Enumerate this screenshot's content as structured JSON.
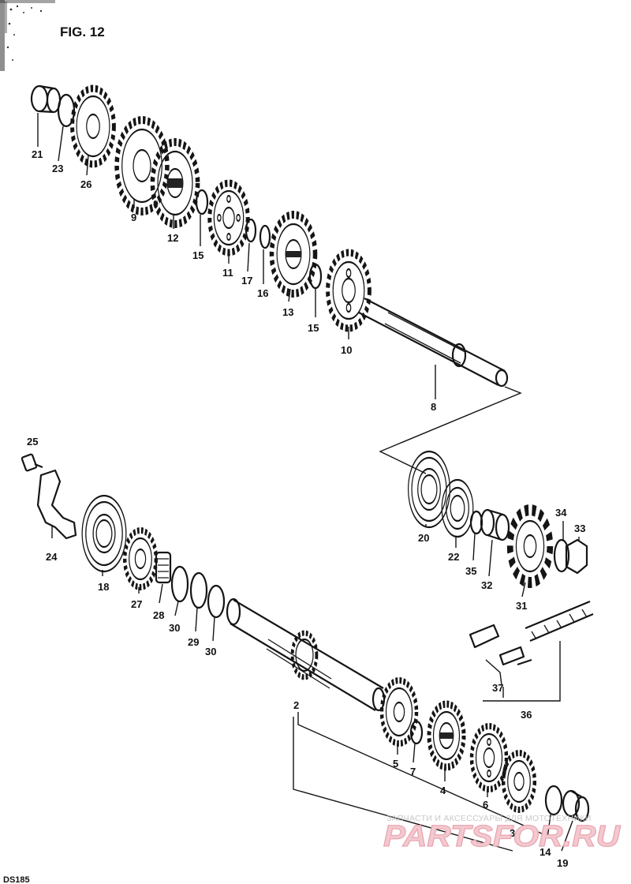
{
  "figure": {
    "title": "FIG. 12",
    "model": "DS185"
  },
  "labels": [
    {
      "id": "p21",
      "text": "21"
    },
    {
      "id": "p23",
      "text": "23"
    },
    {
      "id": "p26",
      "text": "26"
    },
    {
      "id": "p9",
      "text": "9"
    },
    {
      "id": "p12",
      "text": "12"
    },
    {
      "id": "p15a",
      "text": "15"
    },
    {
      "id": "p11",
      "text": "11"
    },
    {
      "id": "p17",
      "text": "17"
    },
    {
      "id": "p16",
      "text": "16"
    },
    {
      "id": "p13",
      "text": "13"
    },
    {
      "id": "p15b",
      "text": "15"
    },
    {
      "id": "p10",
      "text": "10"
    },
    {
      "id": "p8",
      "text": "8"
    },
    {
      "id": "p25",
      "text": "25"
    },
    {
      "id": "p24",
      "text": "24"
    },
    {
      "id": "p18",
      "text": "18"
    },
    {
      "id": "p27",
      "text": "27"
    },
    {
      "id": "p28",
      "text": "28"
    },
    {
      "id": "p30a",
      "text": "30"
    },
    {
      "id": "p29",
      "text": "29"
    },
    {
      "id": "p30b",
      "text": "30"
    },
    {
      "id": "p20",
      "text": "20"
    },
    {
      "id": "p22",
      "text": "22"
    },
    {
      "id": "p35",
      "text": "35"
    },
    {
      "id": "p32",
      "text": "32"
    },
    {
      "id": "p34",
      "text": "34"
    },
    {
      "id": "p33",
      "text": "33"
    },
    {
      "id": "p31",
      "text": "31"
    },
    {
      "id": "p37",
      "text": "37"
    },
    {
      "id": "p36",
      "text": "36"
    },
    {
      "id": "p2",
      "text": "2"
    },
    {
      "id": "p5",
      "text": "5"
    },
    {
      "id": "p7",
      "text": "7"
    },
    {
      "id": "p4",
      "text": "4"
    },
    {
      "id": "p6",
      "text": "6"
    },
    {
      "id": "p3",
      "text": "3"
    },
    {
      "id": "p14",
      "text": "14"
    },
    {
      "id": "p19",
      "text": "19"
    }
  ],
  "watermark": {
    "caption": "ЗАПЧАСТИ И АКСЕССУАРЫ ДЛЯ МОТОТЕХНИКИ",
    "brand": "PARTSFOR.RU"
  },
  "colors": {
    "ink": "#151515",
    "watermark_fill": "#f3c9cf",
    "watermark_stroke": "#e9a7b2"
  }
}
